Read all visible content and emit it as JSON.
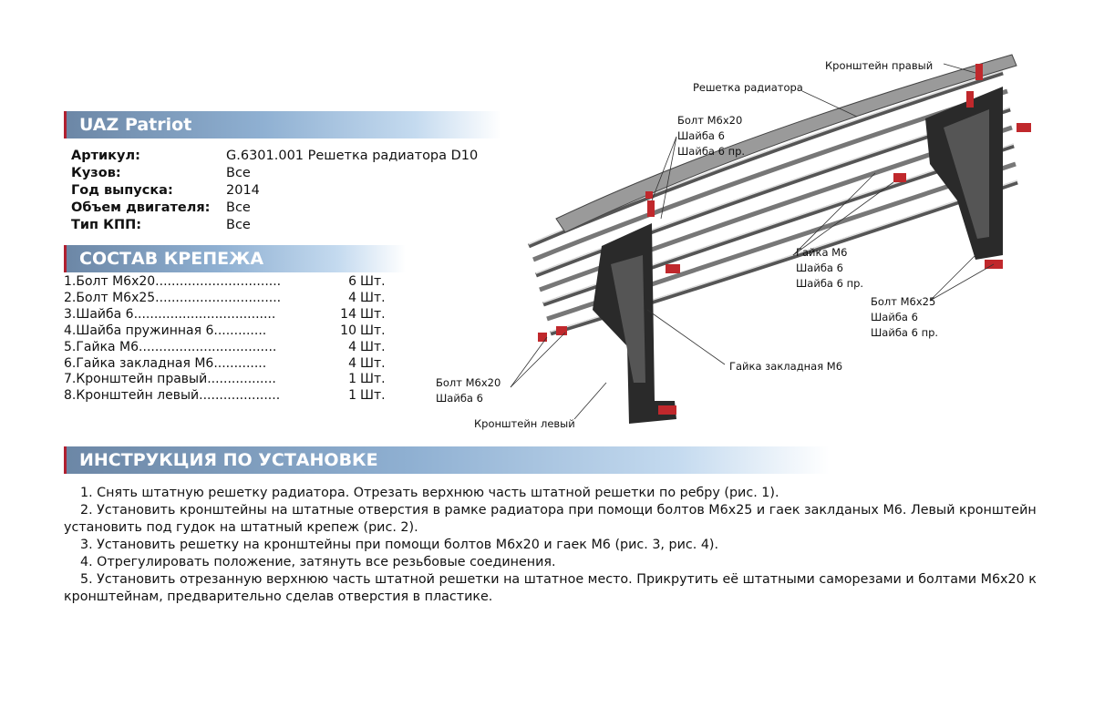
{
  "header": {
    "title": "UAZ Patriot"
  },
  "info": [
    {
      "label": "Артикул:",
      "value": "G.6301.001 Решетка радиатора D10"
    },
    {
      "label": "Кузов:",
      "value": "Все"
    },
    {
      "label": "Год выпуска:",
      "value": "2014"
    },
    {
      "label": "Объем двигателя:",
      "value": "Все"
    },
    {
      "label": "Тип КПП:",
      "value": "Все"
    }
  ],
  "fasteners": {
    "title": "СОСТАВ КРЕПЕЖА",
    "unit": "Шт.",
    "items": [
      {
        "name": "1.Болт М6х20...............................",
        "qty": "6"
      },
      {
        "name": "2.Болт М6х25...............................",
        "qty": "4"
      },
      {
        "name": "3.Шайба 6...................................",
        "qty": "14"
      },
      {
        "name": "4.Шайба пружинная 6.............",
        "qty": "10"
      },
      {
        "name": "5.Гайка М6..................................",
        "qty": "4"
      },
      {
        "name": "6.Гайка закладная М6.............",
        "qty": "4"
      },
      {
        "name": "7.Кронштейн правый.................",
        "qty": "1"
      },
      {
        "name": "8.Кронштейн левый....................",
        "qty": "1"
      }
    ]
  },
  "diagram": {
    "labels": {
      "bracket_right": "Кронштейн правый",
      "grille": "Решетка радиатора",
      "top_bolt": [
        "Болт М6х20",
        "Шайба 6",
        "Шайба 6 пр."
      ],
      "nut": [
        "Гайка М6",
        "Шайба 6",
        "Шайба 6 пр."
      ],
      "bolt25": [
        "Болт М6х25",
        "Шайба 6",
        "Шайба 6 пр."
      ],
      "embedded_nut": "Гайка закладная М6",
      "left_bolt": [
        "Болт М6х20",
        "Шайба 6"
      ],
      "bracket_left": "Кронштейн левый"
    }
  },
  "instructions": {
    "title": "ИНСТРУКЦИЯ ПО УСТАНОВКЕ",
    "steps": [
      "1. Снять штатную решетку радиатора. Отрезать верхнюю часть штатной решетки по ребру (рис. 1).",
      "2. Установить кронштейны на штатные отверстия в рамке радиатора при помощи болтов М6х25 и гаек заклданых М6. Левый кронштейн установить под гудок на штатный крепеж (рис. 2).",
      "3. Установить решетку на кронштейны при помощи болтов М6х20 и гаек М6 (рис. 3, рис. 4).",
      "4. Отрегулировать положение, затянуть все резьбовые соединения.",
      "5. Установить отрезанную верхнюю часть штатной решетки на штатное место. Прикрутить её штатными саморезами и болтами М6х20 к кронштейнам, предварительно сделав отверстия в пластике."
    ]
  },
  "colors": {
    "accent": "#b02030",
    "bar": "#6c87a6"
  }
}
